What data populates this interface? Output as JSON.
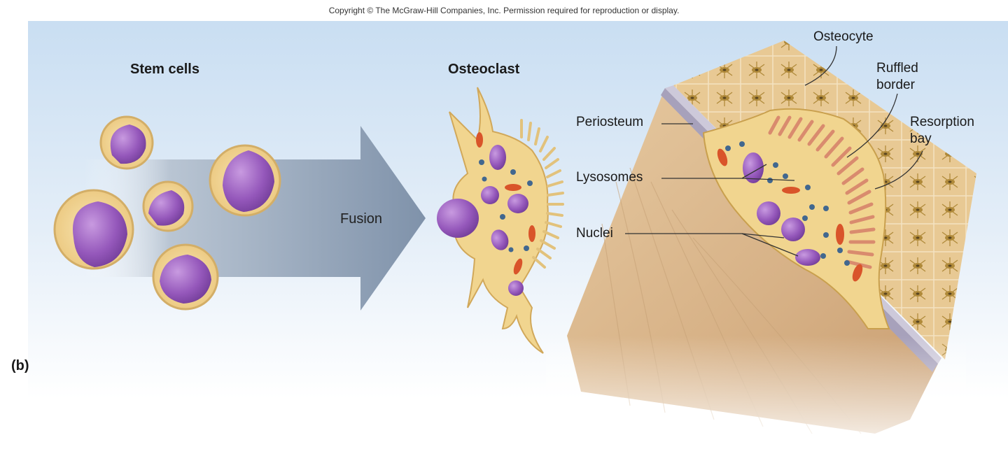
{
  "copyright": "Copyright © The McGraw-Hill Companies, Inc. Permission required for reproduction or display.",
  "panel_letter": "(b)",
  "labels": {
    "stem_cells": "Stem cells",
    "osteoclast": "Osteoclast",
    "fusion": "Fusion",
    "periosteum": "Periosteum",
    "lysosomes": "Lysosomes",
    "nuclei": "Nuclei",
    "osteocyte": "Osteocyte",
    "ruffled_border_line1": "Ruffled",
    "ruffled_border_line2": "border",
    "resorption_bay_line1": "Resorption",
    "resorption_bay_line2": "bay"
  },
  "colors": {
    "cytoplasm": "#f1d58f",
    "cell_outline": "#c9a04e",
    "nucleus": "#9a5bbd",
    "mitochondria": "#d9542a",
    "lysosome": "#4b6f96",
    "ruffled_border": "#d98b6e",
    "bone_matrix": "#d8b488",
    "periosteum": "#a7a1bb",
    "arrow": "#8697ad",
    "background_sky": "#cfe1f2"
  }
}
